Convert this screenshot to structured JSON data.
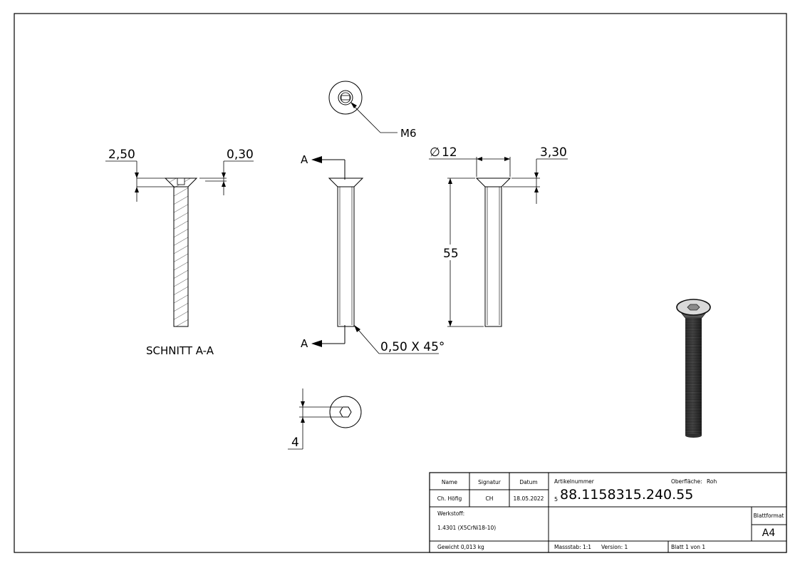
{
  "drawing": {
    "section_dims": {
      "head_depth": "2,50",
      "counterbore": "0,30"
    },
    "section_label": "SCHNITT A-A",
    "section_marker": "A",
    "thread_callout": "M6",
    "diameter_symbol": "∅",
    "head_diameter": "12",
    "head_height": "3,30",
    "length": "55",
    "chamfer": "0,50 X 45°",
    "hex_size": "4"
  },
  "title_block": {
    "name_header": "Name",
    "signatur_header": "Signatur",
    "datum_header": "Datum",
    "name_value": "Ch. Höfig",
    "signatur_value": "CH",
    "datum_value": "18.05.2022",
    "artikel_label": "Artikelnummer",
    "oberflaeche_label": "Oberfläche:",
    "oberflaeche_value": "Roh",
    "artikel_prefix": "5",
    "artikel_value": "88.1158315.240.55",
    "werkstoff_label": "Werkstoff:",
    "werkstoff_value": "1.4301 (X5CrNi18-10)",
    "blattformat_label": "Blattformat",
    "blattformat_value": "A4",
    "gewicht": "Gewicht 0,013 kg",
    "massstab": "Massstab: 1:1",
    "version": "Version: 1",
    "blatt": "Blatt 1 von 1"
  }
}
